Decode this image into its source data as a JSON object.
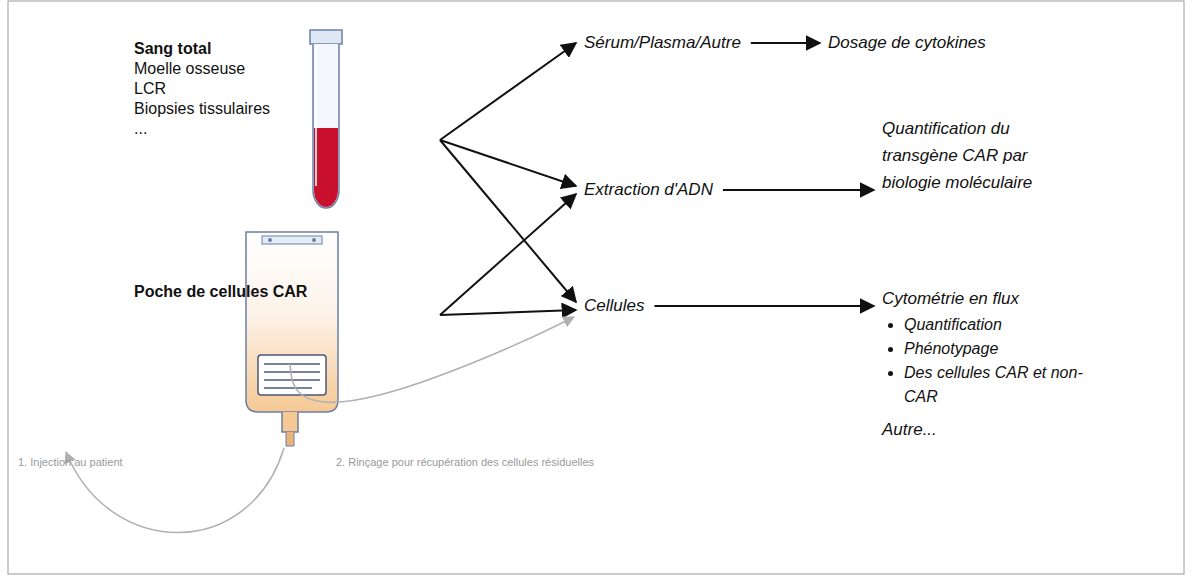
{
  "diagram": {
    "nodes": [
      {
        "text": [
          "Sang total",
          "Moelle osseuse",
          "LCR",
          "Biopsies tissulaires",
          "..."
        ]
      },
      {
        "text": [
          "Poche de cellules CAR"
        ]
      },
      {
        "text": [
          "Sérum/Plasma/Autre"
        ]
      },
      {
        "text": [
          "Extraction d'ADN"
        ]
      },
      {
        "text": [
          "Cellules"
        ]
      },
      {
        "text": [
          "Dosage de cytokines"
        ]
      },
      {
        "text": [
          "Quantification du transgène CAR par biologie moléculaire"
        ]
      },
      {
        "text": [
          "Cytométrie en flux",
          "Quantification",
          "Phénotypage",
          "Des cellules CAR et non-CAR"
        ]
      }
    ],
    "edges": [
      {
        "from": 0,
        "to": 2,
        "arrow": "to"
      },
      {
        "from": 0,
        "to": 3,
        "arrow": "to"
      },
      {
        "from": 0,
        "to": 4,
        "arrow": "to"
      },
      {
        "from": 1,
        "to": 3,
        "arrow": "to"
      },
      {
        "from": 1,
        "to": 4,
        "arrow": "to"
      },
      {
        "from": 1,
        "to": 4,
        "arrow": "to"
      },
      {
        "from": 2,
        "to": 5,
        "arrow": "to"
      },
      {
        "from": 3,
        "to": 6,
        "arrow": "to"
      },
      {
        "from": 4,
        "to": 7,
        "arrow": "to"
      }
    ],
    "labels": [
      "Autre...",
      "1. Injection au patient",
      "2. Rinçage pour récupération des cellules résiduelles"
    ]
  }
}
